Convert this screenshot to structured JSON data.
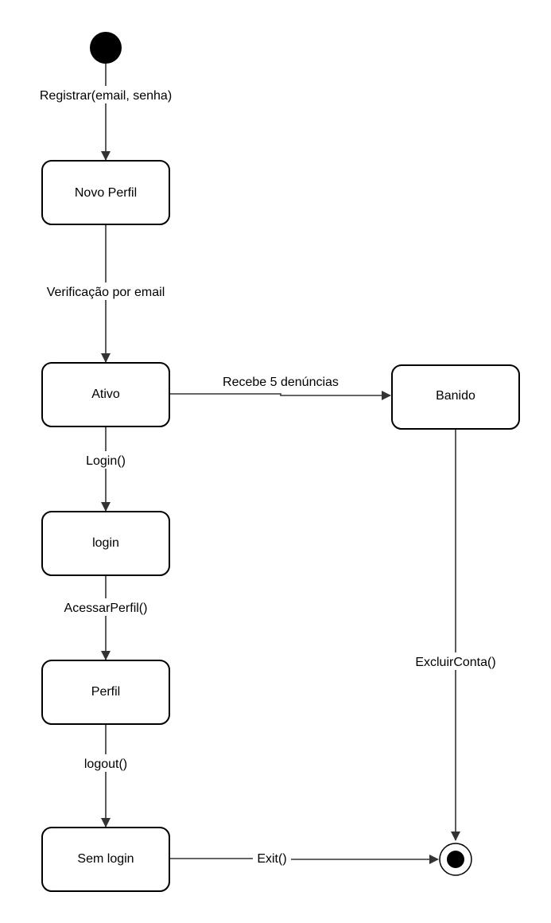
{
  "colors": {
    "node_fill": "#ffffff",
    "node_stroke": "#000000",
    "edge": "#333333",
    "initial": "#000000"
  },
  "states": {
    "novo_perfil": "Novo Perfil",
    "ativo": "Ativo",
    "banido": "Banido",
    "login": "login",
    "perfil": "Perfil",
    "sem_login": "Sem login"
  },
  "transitions": {
    "registrar": "Registrar(email, senha)",
    "verificacao": "Verificação por email",
    "denuncias": "Recebe 5 denúncias",
    "login_call": "Login()",
    "acessar_perfil": "AcessarPerfil()",
    "logout": "logout()",
    "excluir_conta": "ExcluirConta()",
    "exit": "Exit()"
  }
}
